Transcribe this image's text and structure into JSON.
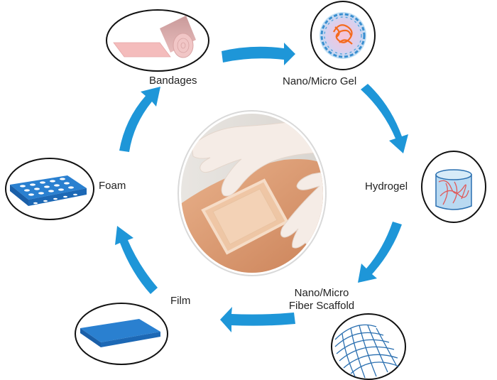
{
  "diagram": {
    "type": "cycle",
    "direction": "clockwise",
    "center": {
      "description": "Gloved hands applying a transparent adhesive wound dressing onto skin"
    },
    "nodes": [
      {
        "id": "bandages",
        "label": "Bandages",
        "icon": "bandage-roll-icon"
      },
      {
        "id": "nano_micro_gel",
        "label": "Nano/Micro Gel",
        "icon": "nanogel-particle-icon"
      },
      {
        "id": "hydrogel",
        "label": "Hydrogel",
        "icon": "hydrogel-cylinder-icon"
      },
      {
        "id": "fiber_scaffold",
        "label_line1": "Nano/Micro",
        "label_line2": "Fiber Scaffold",
        "icon": "fiber-mesh-icon"
      },
      {
        "id": "film",
        "label": "Film",
        "icon": "film-sheet-icon"
      },
      {
        "id": "foam",
        "label": "Foam",
        "icon": "porous-foam-icon"
      }
    ],
    "edges": [
      {
        "from": "bandages",
        "to": "nano_micro_gel"
      },
      {
        "from": "nano_micro_gel",
        "to": "hydrogel"
      },
      {
        "from": "hydrogel",
        "to": "fiber_scaffold"
      },
      {
        "from": "fiber_scaffold",
        "to": "film"
      },
      {
        "from": "film",
        "to": "foam"
      },
      {
        "from": "foam",
        "to": "bandages"
      }
    ],
    "colors": {
      "arrow": "#1e96d8",
      "outline": "#111111",
      "bandage": "#f2b8b8",
      "gel_core": "#f46b1f",
      "gel_shell": "#3a8fd0",
      "hydrogel_fiber": "#e05a5a",
      "scaffold": "#2a6fb0",
      "film": "#1f6fc0",
      "foam": "#2a80d0"
    }
  }
}
